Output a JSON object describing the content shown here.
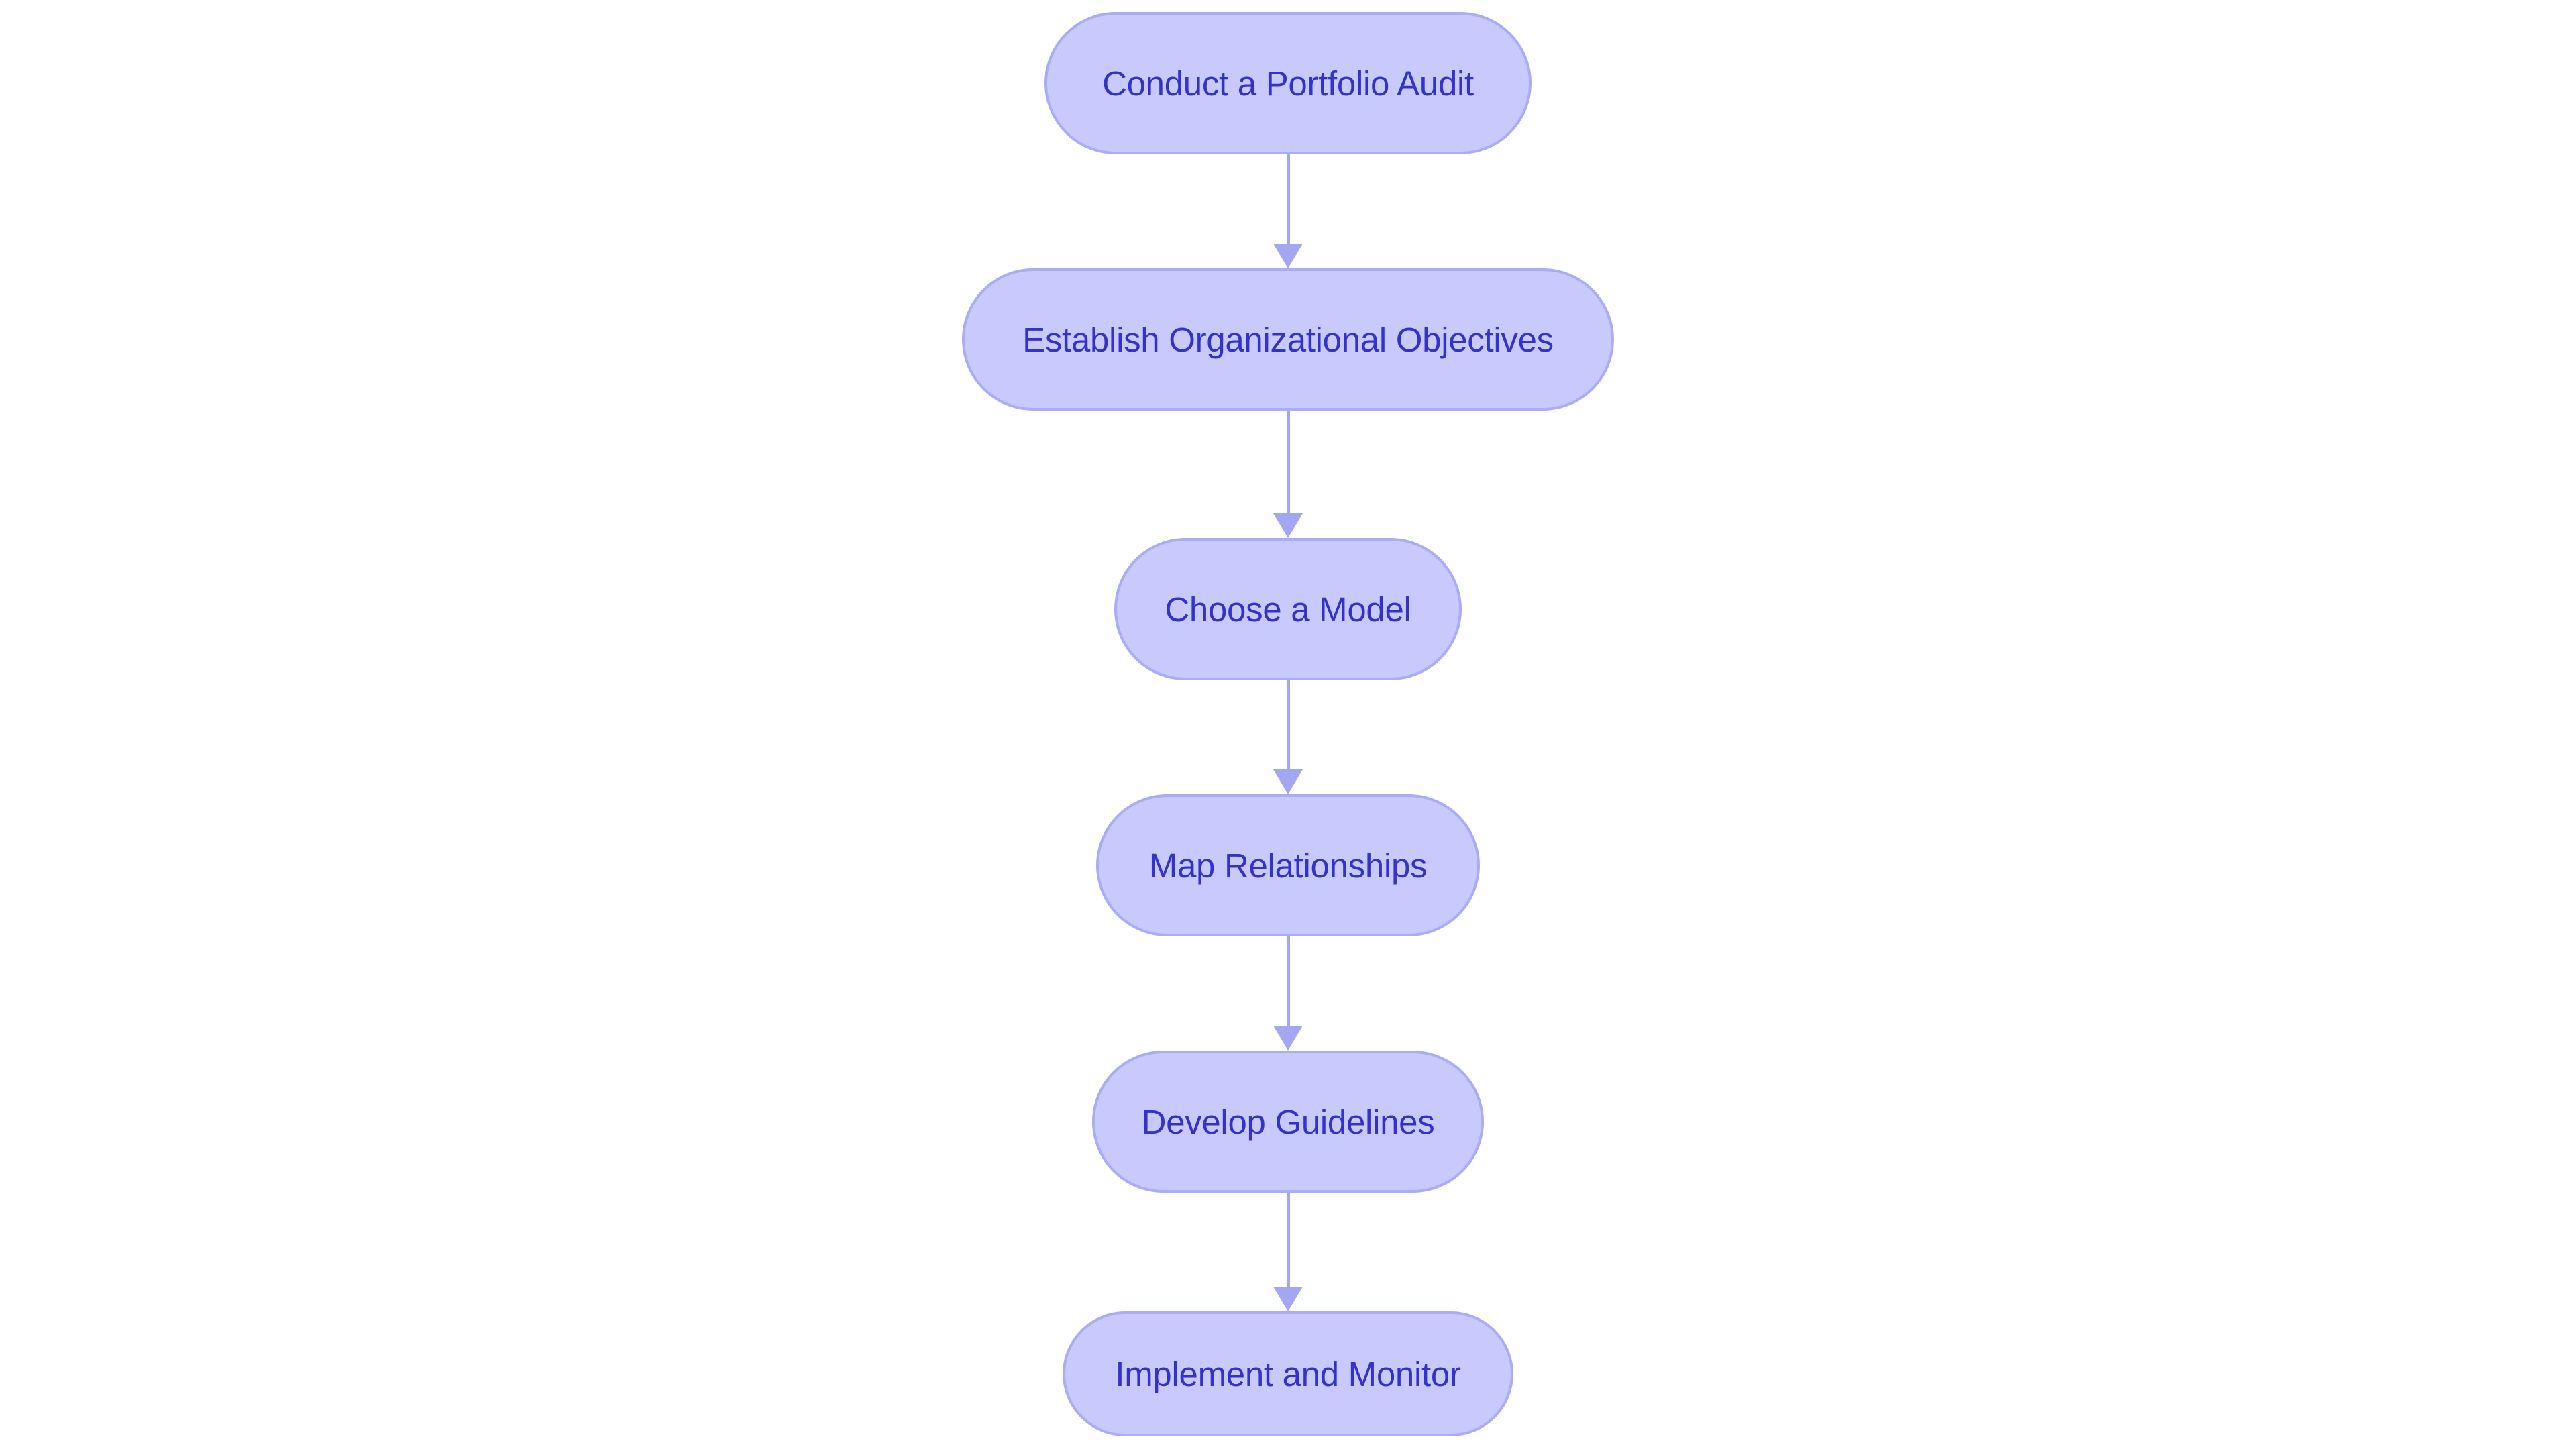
{
  "diagram": {
    "type": "flowchart",
    "orientation": "top-to-bottom",
    "background_color": "#ffffff",
    "node_fill_color": "#c8c9fc",
    "node_border_color": "#aaadf5",
    "node_text_color": "#3333cc",
    "connector_color": "#a3a6f0",
    "node_shape": "stadium",
    "nodes": [
      {
        "id": "n1",
        "label": "Conduct a Portfolio Audit"
      },
      {
        "id": "n2",
        "label": "Establish Organizational Objectives"
      },
      {
        "id": "n3",
        "label": "Choose a Model"
      },
      {
        "id": "n4",
        "label": "Map Relationships"
      },
      {
        "id": "n5",
        "label": "Develop Guidelines"
      },
      {
        "id": "n6",
        "label": "Implement and Monitor"
      }
    ],
    "edges": [
      {
        "id": "e1",
        "from": "n1",
        "to": "n2",
        "arrow": "down-arrow-icon"
      },
      {
        "id": "e2",
        "from": "n2",
        "to": "n3",
        "arrow": "down-arrow-icon"
      },
      {
        "id": "e3",
        "from": "n3",
        "to": "n4",
        "arrow": "down-arrow-icon"
      },
      {
        "id": "e4",
        "from": "n4",
        "to": "n5",
        "arrow": "down-arrow-icon"
      },
      {
        "id": "e5",
        "from": "n5",
        "to": "n6",
        "arrow": "down-arrow-icon"
      }
    ]
  }
}
